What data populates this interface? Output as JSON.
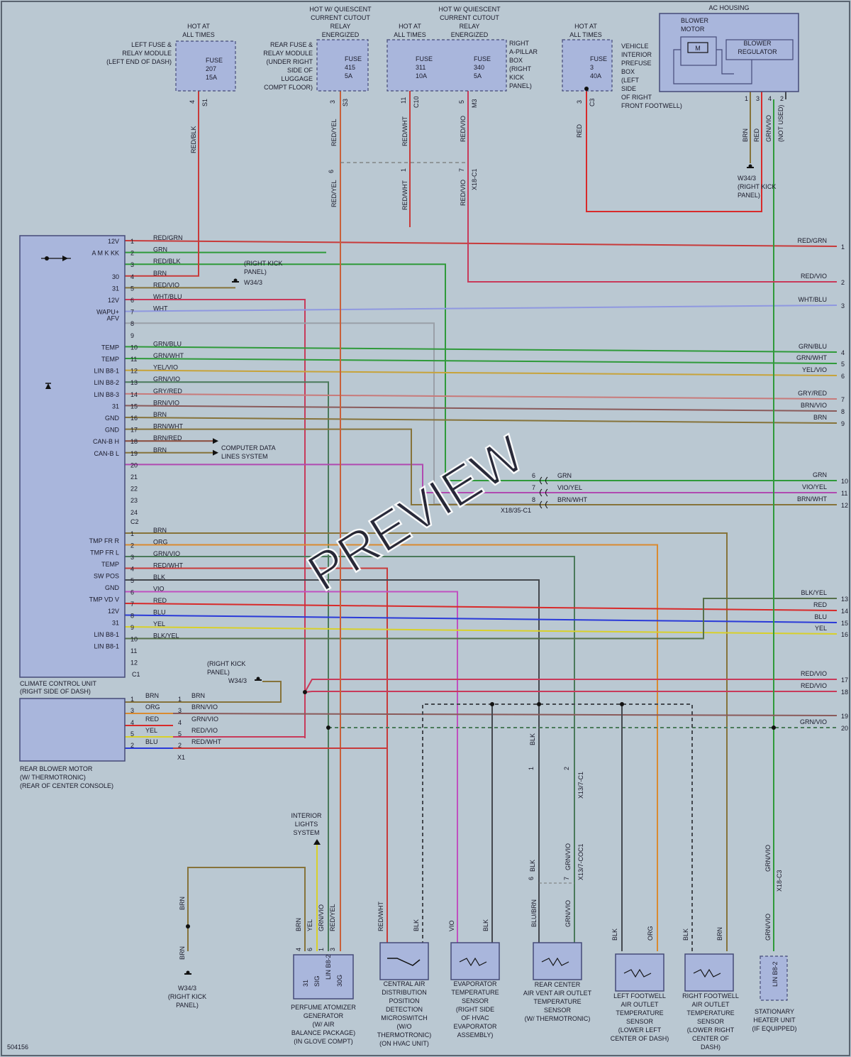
{
  "diagram_id": "504156",
  "watermark": "PREVIEW",
  "colors": {
    "RED/GRN": "#c83a3a",
    "GRN": "#2f9a3a",
    "RED/BLK": "#c83a3a",
    "BRN": "#86733a",
    "RED/VIO": "#c83a5a",
    "WHT/BLU": "#8f98e0",
    "WHT": "#d9dde4",
    "GRN/BLU": "#2f9a3a",
    "GRN/WHT": "#2f9a3a",
    "YEL/VIO": "#c7a33a",
    "GRN/VIO": "#4a7a5a",
    "GRY/RED": "#c87a7a",
    "BRN/VIO": "#8a5a5a",
    "BRN/WHT": "#86733a",
    "BRN/RED": "#8a4a3a",
    "ORG": "#d98a30",
    "RED/WHT": "#c83a3a",
    "BLK": "#44484e",
    "VIO": "#c050c0",
    "RED": "#d82a2a",
    "BLU": "#2a3ad8",
    "YEL": "#d8d02a",
    "BLK/YEL": "#55704a",
    "VIO/YEL": "#b04ab0",
    "RED/YEL": "#c8603a",
    "BLU/BRN": "#5a5ad0",
    "GRY": "#9aa0a8"
  },
  "top_power": [
    {
      "heading": "HOT AT\nALL TIMES",
      "fuses": [
        {
          "name": "FUSE\n207\n15A",
          "pin": "4",
          "conn": "S1"
        }
      ],
      "desc": "LEFT FUSE &\nRELAY MODULE\n(LEFT END OF DASH)"
    },
    {
      "heading": "HOT W/ QUIESCENT\nCURRENT CUTOUT\nRELAY\nENERGIZED",
      "fuses": [
        {
          "name": "FUSE\n415\n5A",
          "pin": "3",
          "conn": "S3"
        }
      ],
      "desc": "REAR FUSE &\nRELAY MODULE\n(UNDER RIGHT\nSIDE OF\nLUGGAGE\nCOMPT FLOOR)"
    },
    {
      "heading": "HOT AT\nALL TIMES",
      "fuses": [
        {
          "name": "FUSE\n311\n10A",
          "pin": "11",
          "conn": "C10"
        }
      ]
    },
    {
      "heading": "HOT W/ QUIESCENT\nCURRENT CUTOUT\nRELAY\nENERGIZED",
      "fuses": [
        {
          "name": "FUSE\n340\n5A",
          "pin": "5",
          "conn": "M3"
        }
      ],
      "desc": "RIGHT\nA-PILLAR\nBOX\n(RIGHT\nKICK\nPANEL)"
    },
    {
      "heading": "HOT AT\nALL TIMES",
      "fuses": [
        {
          "name": "FUSE\n3\n40A",
          "pin": "3",
          "conn": "C3"
        }
      ],
      "desc": "VEHICLE\nINTERIOR\nPREFUSE\nBOX\n(LEFT\nSIDE\nOF RIGHT\nFRONT FOOTWELL)"
    }
  ],
  "ac_housing": {
    "title": "AC HOUSING",
    "blower_motor": "BLOWER\nMOTOR",
    "motor_symbol": "M",
    "regulator": "BLOWER\nREGULATOR",
    "pins": [
      "1",
      "3",
      "4",
      "2"
    ],
    "wires": [
      "BRN",
      "RED",
      "GRN/VIO",
      "(NOT USED)"
    ],
    "ground": "W34/3\n(RIGHT KICK\nPANEL)"
  },
  "ccu": {
    "name": "CLIMATE CONTROL UNIT\n(RIGHT SIDE OF DASH)",
    "c2_pins": [
      {
        "pin": "1",
        "label": "12V",
        "wire": "RED/GRN"
      },
      {
        "pin": "2",
        "label": "A M K KK",
        "wire": "GRN"
      },
      {
        "pin": "3",
        "label": "",
        "wire": "RED/BLK"
      },
      {
        "pin": "4",
        "label": "30",
        "wire": "BRN"
      },
      {
        "pin": "5",
        "label": "31",
        "wire": "RED/VIO"
      },
      {
        "pin": "6",
        "label": "12V",
        "wire": "WHT/BLU"
      },
      {
        "pin": "7",
        "label": "WAPU+\nAFV",
        "wire": "WHT"
      },
      {
        "pin": "8",
        "label": "",
        "wire": ""
      },
      {
        "pin": "9",
        "label": "",
        "wire": ""
      },
      {
        "pin": "10",
        "label": "TEMP",
        "wire": "GRN/BLU"
      },
      {
        "pin": "11",
        "label": "TEMP",
        "wire": "GRN/WHT"
      },
      {
        "pin": "12",
        "label": "LIN B8-1",
        "wire": "YEL/VIO"
      },
      {
        "pin": "13",
        "label": "LIN B8-2",
        "wire": "GRN/VIO"
      },
      {
        "pin": "14",
        "label": "LIN B8-3",
        "wire": "GRY/RED"
      },
      {
        "pin": "15",
        "label": "31",
        "wire": "BRN/VIO"
      },
      {
        "pin": "16",
        "label": "GND",
        "wire": "BRN"
      },
      {
        "pin": "17",
        "label": "GND",
        "wire": "BRN/WHT"
      },
      {
        "pin": "18",
        "label": "CAN-B H",
        "wire": "BRN/RED"
      },
      {
        "pin": "19",
        "label": "CAN-B L",
        "wire": "BRN"
      },
      {
        "pin": "20",
        "label": "",
        "wire": ""
      },
      {
        "pin": "21",
        "label": "",
        "wire": ""
      },
      {
        "pin": "22",
        "label": "",
        "wire": ""
      },
      {
        "pin": "23",
        "label": "",
        "wire": ""
      },
      {
        "pin": "24",
        "label": "",
        "wire": ""
      }
    ],
    "c2_label": "C2",
    "c1_pins": [
      {
        "pin": "1",
        "label": "TMP FR R",
        "wire": "BRN"
      },
      {
        "pin": "2",
        "label": "TMP FR L",
        "wire": "ORG"
      },
      {
        "pin": "3",
        "label": "TEMP",
        "wire": "GRN/VIO"
      },
      {
        "pin": "4",
        "label": "SW POS",
        "wire": "RED/WHT"
      },
      {
        "pin": "5",
        "label": "GND",
        "wire": "BLK"
      },
      {
        "pin": "6",
        "label": "TMP VD V",
        "wire": "VIO"
      },
      {
        "pin": "7",
        "label": "12V",
        "wire": "RED"
      },
      {
        "pin": "8",
        "label": "31",
        "wire": "BLU"
      },
      {
        "pin": "9",
        "label": "LIN B8-1",
        "wire": "YEL"
      },
      {
        "pin": "10",
        "label": "LIN B8-1",
        "wire": "BLK/YEL"
      },
      {
        "pin": "11",
        "label": "",
        "wire": ""
      },
      {
        "pin": "12",
        "label": "",
        "wire": ""
      }
    ],
    "c1_label": "C1"
  },
  "right_edge": [
    {
      "num": "1",
      "wire": "RED/GRN"
    },
    {
      "num": "2",
      "wire": "RED/VIO"
    },
    {
      "num": "3",
      "wire": "WHT/BLU"
    },
    {
      "num": "4",
      "wire": "GRN/BLU"
    },
    {
      "num": "5",
      "wire": "GRN/WHT"
    },
    {
      "num": "6",
      "wire": "YEL/VIO"
    },
    {
      "num": "7",
      "wire": "GRY/RED"
    },
    {
      "num": "8",
      "wire": "BRN/VIO"
    },
    {
      "num": "9",
      "wire": "BRN"
    },
    {
      "num": "10",
      "wire": "GRN"
    },
    {
      "num": "11",
      "wire": "VIO/YEL"
    },
    {
      "num": "12",
      "wire": "BRN/WHT"
    },
    {
      "num": "13",
      "wire": "BLK/YEL"
    },
    {
      "num": "14",
      "wire": "RED"
    },
    {
      "num": "15",
      "wire": "BLU"
    },
    {
      "num": "16",
      "wire": "YEL"
    },
    {
      "num": "17",
      "wire": "RED/VIO"
    },
    {
      "num": "18",
      "wire": "RED/VIO"
    },
    {
      "num": "19",
      "wire": ""
    },
    {
      "num": "20",
      "wire": "GRN/VIO"
    }
  ],
  "computer_data": "COMPUTER DATA\nLINES SYSTEM",
  "ground_w34": "W34/3",
  "right_kick_panel": "(RIGHT KICK\nPANEL)",
  "x18_conn": {
    "label": "X18/35-C1",
    "pins": [
      "6",
      "7",
      "8"
    ],
    "wires": [
      "GRN",
      "VIO/YEL",
      "BRN/WHT"
    ]
  },
  "x18_c1": "X18-C1",
  "rear_blower": {
    "name": "REAR BLOWER MOTOR\n(W/ THERMOTRONIC)\n(REAR OF CENTER CONSOLE)",
    "left": [
      {
        "pin": "1",
        "wire": "BRN"
      },
      {
        "pin": "3",
        "wire": "ORG"
      },
      {
        "pin": "4",
        "wire": "RED"
      },
      {
        "pin": "5",
        "wire": "YEL"
      },
      {
        "pin": "2",
        "wire": "BLU"
      }
    ],
    "right": [
      {
        "pin": "1",
        "wire": "BRN"
      },
      {
        "pin": "3",
        "wire": "BRN/VIO"
      },
      {
        "pin": "4",
        "wire": "GRN/VIO"
      },
      {
        "pin": "5",
        "wire": "RED/VIO"
      },
      {
        "pin": "2",
        "wire": "RED/WHT"
      }
    ],
    "conn": "X1"
  },
  "interior_lights": "INTERIOR\nLIGHTS\nSYSTEM",
  "bottom_components": [
    {
      "name": "W34/3\n(RIGHT KICK\nPANEL)"
    },
    {
      "name": "PERFUME ATOMIZER\nGENERATOR\n(W/ AIR\nBALANCE PACKAGE)\n(IN GLOVE COMPT)",
      "pins": [
        "31",
        "SIG",
        "LIN B8-2",
        "30G"
      ]
    },
    {
      "name": "CENTRAL AIR\nDISTRIBUTION\nPOSITION\nDETECTION\nMICROSWITCH\n(W/O\nTHERMOTRONIC)\n(ON HVAC UNIT)"
    },
    {
      "name": "EVAPORATOR\nTEMPERATURE\nSENSOR\n(RIGHT SIDE\nOF HVAC\nEVAPORATOR\nASSEMBLY)"
    },
    {
      "name": "REAR CENTER\nAIR VENT AIR OUTLET\nTEMPERATURE\nSENSOR\n(W/ THERMOTRONIC)"
    },
    {
      "name": "LEFT FOOTWELL\nAIR OUTLET\nTEMPERATURE\nSENSOR\n(LOWER LEFT\nCENTER OF DASH)"
    },
    {
      "name": "RIGHT FOOTWELL\nAIR OUTLET\nTEMPERATURE\nSENSOR\n(LOWER RIGHT\nCENTER OF\nDASH)"
    },
    {
      "name": "STATIONARY\nHEATER UNIT\n(IF EQUIPPED)",
      "pins": [
        "LIN B8-2"
      ]
    }
  ],
  "x13_c1": "X13/7-C1",
  "x13_coc1": "X13/7-COC1",
  "x18_c3": "X18-C3"
}
